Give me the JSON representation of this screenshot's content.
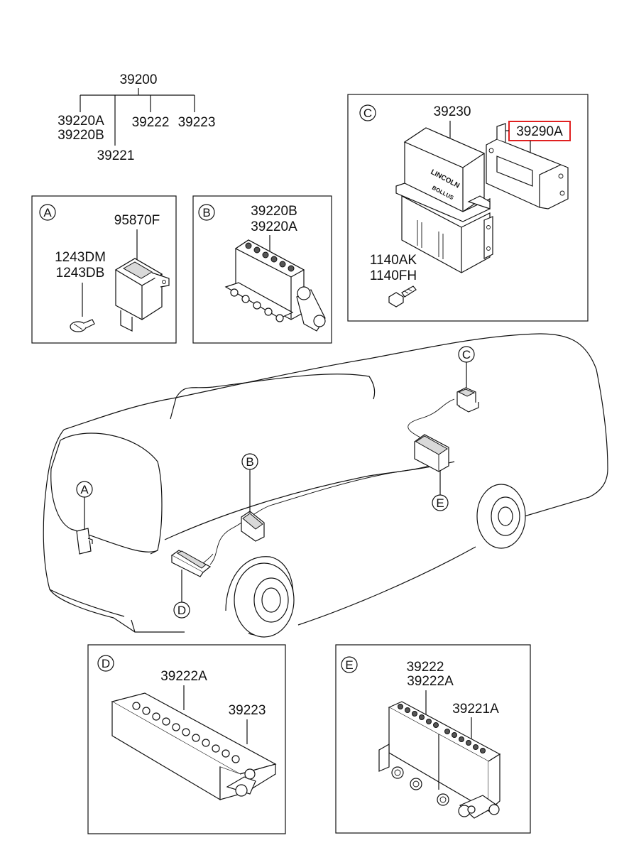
{
  "top_tree": {
    "root": "39200",
    "children": [
      "39220A",
      "39220B",
      "39222",
      "39223",
      "39221"
    ]
  },
  "panel_a": {
    "letter": "A",
    "part_main": "95870F",
    "part_screw_1": "1243DM",
    "part_screw_2": "1243DB"
  },
  "panel_b": {
    "letter": "B",
    "part_1": "39220B",
    "part_2": "39220A"
  },
  "panel_c": {
    "letter": "C",
    "part_module": "39230",
    "part_bracket": "39290A",
    "part_bolt_1": "1140AK",
    "part_bolt_2": "1140FH",
    "brand_1": "LINCOLN",
    "brand_2": "BOLLUS"
  },
  "panel_d": {
    "letter": "D",
    "part_1": "39222A",
    "part_2": "39223"
  },
  "panel_e": {
    "letter": "E",
    "part_1": "39222",
    "part_2": "39222A",
    "part_3": "39221A"
  },
  "vehicle_callouts": [
    "A",
    "B",
    "C",
    "D",
    "E"
  ],
  "colors": {
    "highlight": "#e02020",
    "line": "#111111"
  }
}
